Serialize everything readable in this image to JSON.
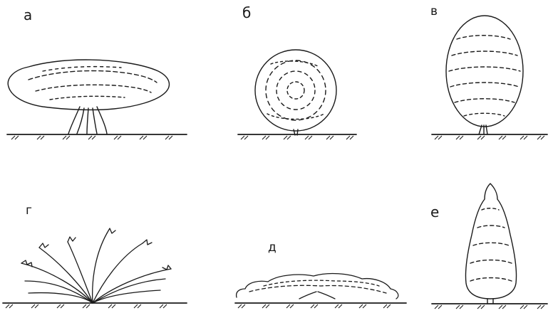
{
  "panels": [
    {
      "key": "a",
      "label": "а",
      "shape": "spreading-umbrella"
    },
    {
      "key": "b",
      "label": "б",
      "shape": "spherical"
    },
    {
      "key": "v",
      "label": "в",
      "shape": "oval"
    },
    {
      "key": "g",
      "label": "г",
      "shape": "fountain"
    },
    {
      "key": "d",
      "label": "д",
      "shape": "prostrate"
    },
    {
      "key": "e",
      "label": "е",
      "shape": "columnar-conical"
    }
  ],
  "colors": {
    "ink": "#1a1a1a",
    "background": "#ffffff"
  }
}
